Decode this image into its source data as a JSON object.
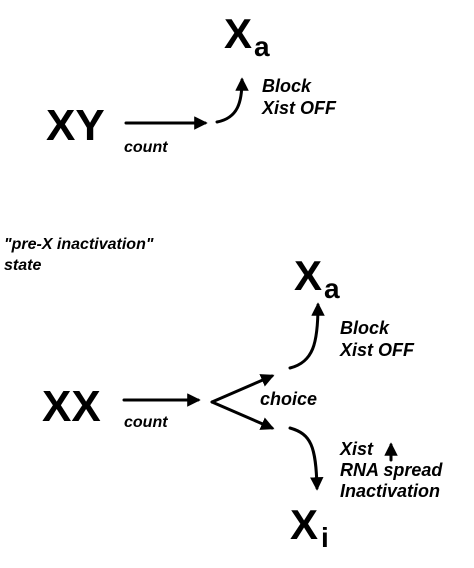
{
  "top": {
    "source": "XY",
    "count_label": "count",
    "result_main": "X",
    "result_sub": "a",
    "line1": "Block",
    "line2": "Xist OFF"
  },
  "state_note": {
    "line1": "\"pre-X inactivation\"",
    "line2": "state"
  },
  "bottom": {
    "source": "XX",
    "count_label": "count",
    "choice_label": "choice",
    "active": {
      "main": "X",
      "sub": "a",
      "line1": "Block",
      "line2": "Xist OFF"
    },
    "inactive": {
      "main": "X",
      "sub": "i",
      "line1": "Xist",
      "line2": "RNA spread",
      "line3": "Inactivation"
    }
  }
}
